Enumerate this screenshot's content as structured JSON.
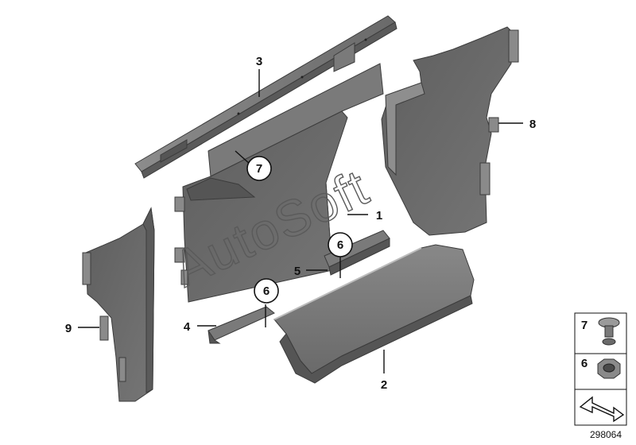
{
  "callouts": {
    "p1": "1",
    "p2": "2",
    "p3": "3",
    "p4": "4",
    "p5": "5",
    "p6a": "6",
    "p6b": "6",
    "p7": "7",
    "p8": "8",
    "p9": "9"
  },
  "legend": {
    "item7": "7",
    "item6": "6"
  },
  "watermark": "AutoSoft",
  "reference_number": "298064",
  "colors": {
    "part_fill": "#6e6e6e",
    "part_dark": "#4a4a4a",
    "part_light": "#8a8a8a",
    "outline": "#3c3c3c"
  }
}
